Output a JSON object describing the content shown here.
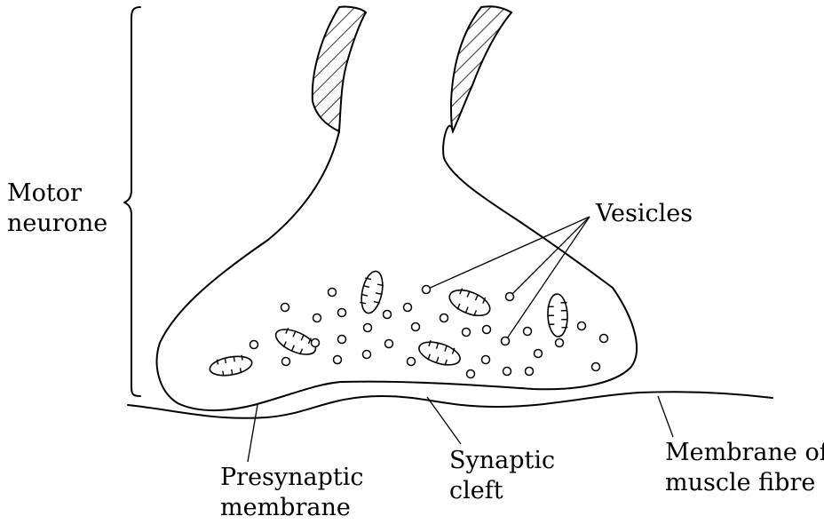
{
  "labels": {
    "motor_neurone": [
      "Motor",
      "neurone"
    ],
    "vesicles": "Vesicles",
    "presynaptic_membrane": [
      "Presynaptic",
      "membrane"
    ],
    "synaptic_cleft": [
      "Synaptic",
      "cleft"
    ],
    "muscle_membrane": [
      "Membrane of",
      "muscle fibre"
    ]
  }
}
